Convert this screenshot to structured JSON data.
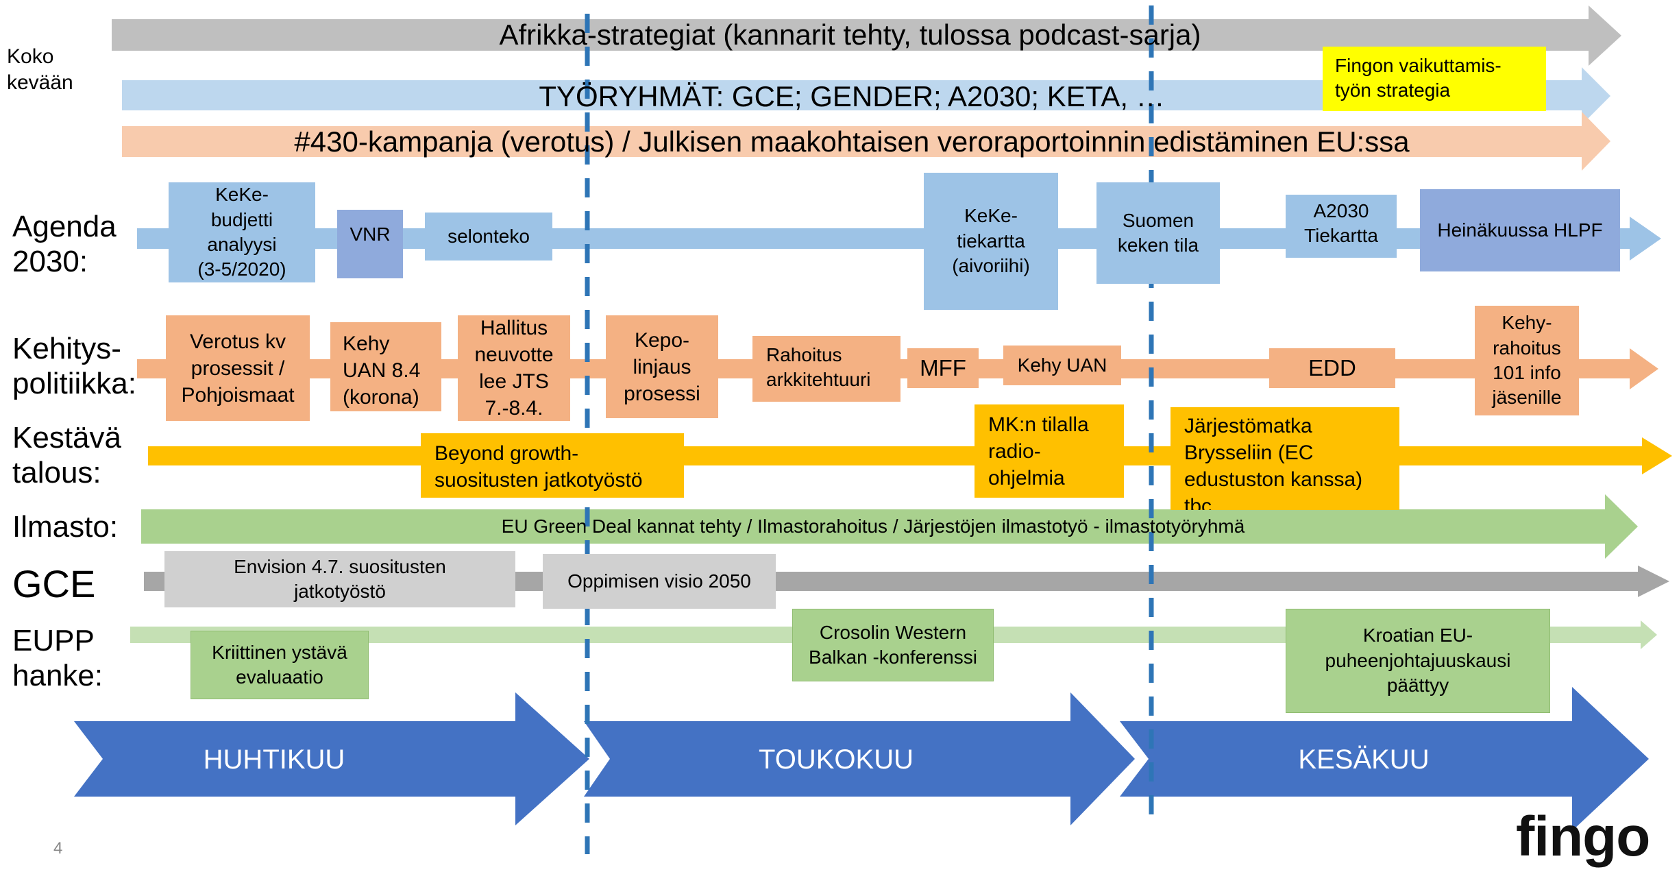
{
  "top_arrows": {
    "afrikka": "Afrikka-strategiat (kannarit tehty, tulossa podcast-sarja)",
    "tyoryhmat": "TYÖRYHMÄT: GCE; GENDER; A2030; KETA, …",
    "kampanja": "#430-kampanja (verotus) / Julkisen maakohtaisen veroraportoinnin edistäminen EU:ssa",
    "fingon_strategia": "Fingon vaikuttamis-\ntyön strategia"
  },
  "row_labels": {
    "koko_kevaan": "Koko\nkevään",
    "agenda": "Agenda\n2030:",
    "kehitys": "Kehitys-\npolitiikka:",
    "kestava": "Kestävä\ntalous:",
    "ilmasto": "Ilmasto:",
    "gce": "GCE",
    "eupp": "EUPP\nhanke:"
  },
  "agenda_boxes": {
    "keke_budjetti": "KeKe-\nbudjetti\nanalyysi\n(3-5/2020)",
    "vnr": "VNR",
    "selonteko": "selonteko",
    "keke_tiekartta": "KeKe-\ntiekartta\n(aivoriihi)",
    "suomen_keken_tila": "Suomen\nkeken tila",
    "a2030_tiekartta": "A2030\nTiekartta",
    "heinakuussa_hlpf": "Heinäkuussa HLPF"
  },
  "kehitys_boxes": {
    "verotus_kv": "Verotus kv\nprosessit /\nPohjoismaat",
    "kehy_uan_84": "Kehy\nUAN 8.4\n(korona)",
    "hallitus": "Hallitus\nneuvotte\nlee JTS\n7.-8.4.",
    "kepo_linjaus": "Kepo-\nlinjaus\nprosessi",
    "rahoitus": "Rahoitus\narkkitehtuuri",
    "mff": "MFF",
    "kehy_uan": "Kehy UAN",
    "edd": "EDD",
    "kehy_rahoitus": "Kehy-\nrahoitus\n101 info\njäsenille"
  },
  "kestava_boxes": {
    "beyond_growth": "Beyond growth-\nsuositusten jatkotyöstö",
    "mk_tilalla": "MK:n tilalla\nradio-\nohjelmia",
    "jarjestomatka": "Järjestömatka\nBrysseliin (EC\nedustuston kanssa)\ntbc"
  },
  "ilmasto_text": "EU Green Deal kannat tehty / Ilmastorahoitus / Järjestöjen ilmastotyö - ilmastotyöryhmä",
  "gce_boxes": {
    "envision": "Envision 4.7. suositusten\njatkotyöstö",
    "oppimisen_visio": "Oppimisen visio 2050"
  },
  "eupp_boxes": {
    "kriittinen_ysta": "Kriittinen ystävä\nevaluaatio",
    "crosolin": "Crosolin Western\nBalkan -konferenssi",
    "kroatian": "Kroatian EU-\npuheenjohtajuuskausi\npäättyy"
  },
  "months": [
    "HUHTIKUU",
    "TOUKOKUU",
    "KESÄKUU"
  ],
  "logo": "fingo",
  "page_number": "4",
  "colors": {
    "grey_arrow": "#bfbfbf",
    "blue_arrow": "#bdd7ee",
    "salmon_arrow": "#f8cbad",
    "agenda_arrow": "#9dc3e6",
    "kehitys_arrow": "#f4b183",
    "kestava_arrow": "#ffc000",
    "ilmasto_arrow": "#a9d18e",
    "gce_arrow": "#a6a6a6",
    "month_arrow": "#4472c4",
    "divider": "#2e75b6"
  }
}
